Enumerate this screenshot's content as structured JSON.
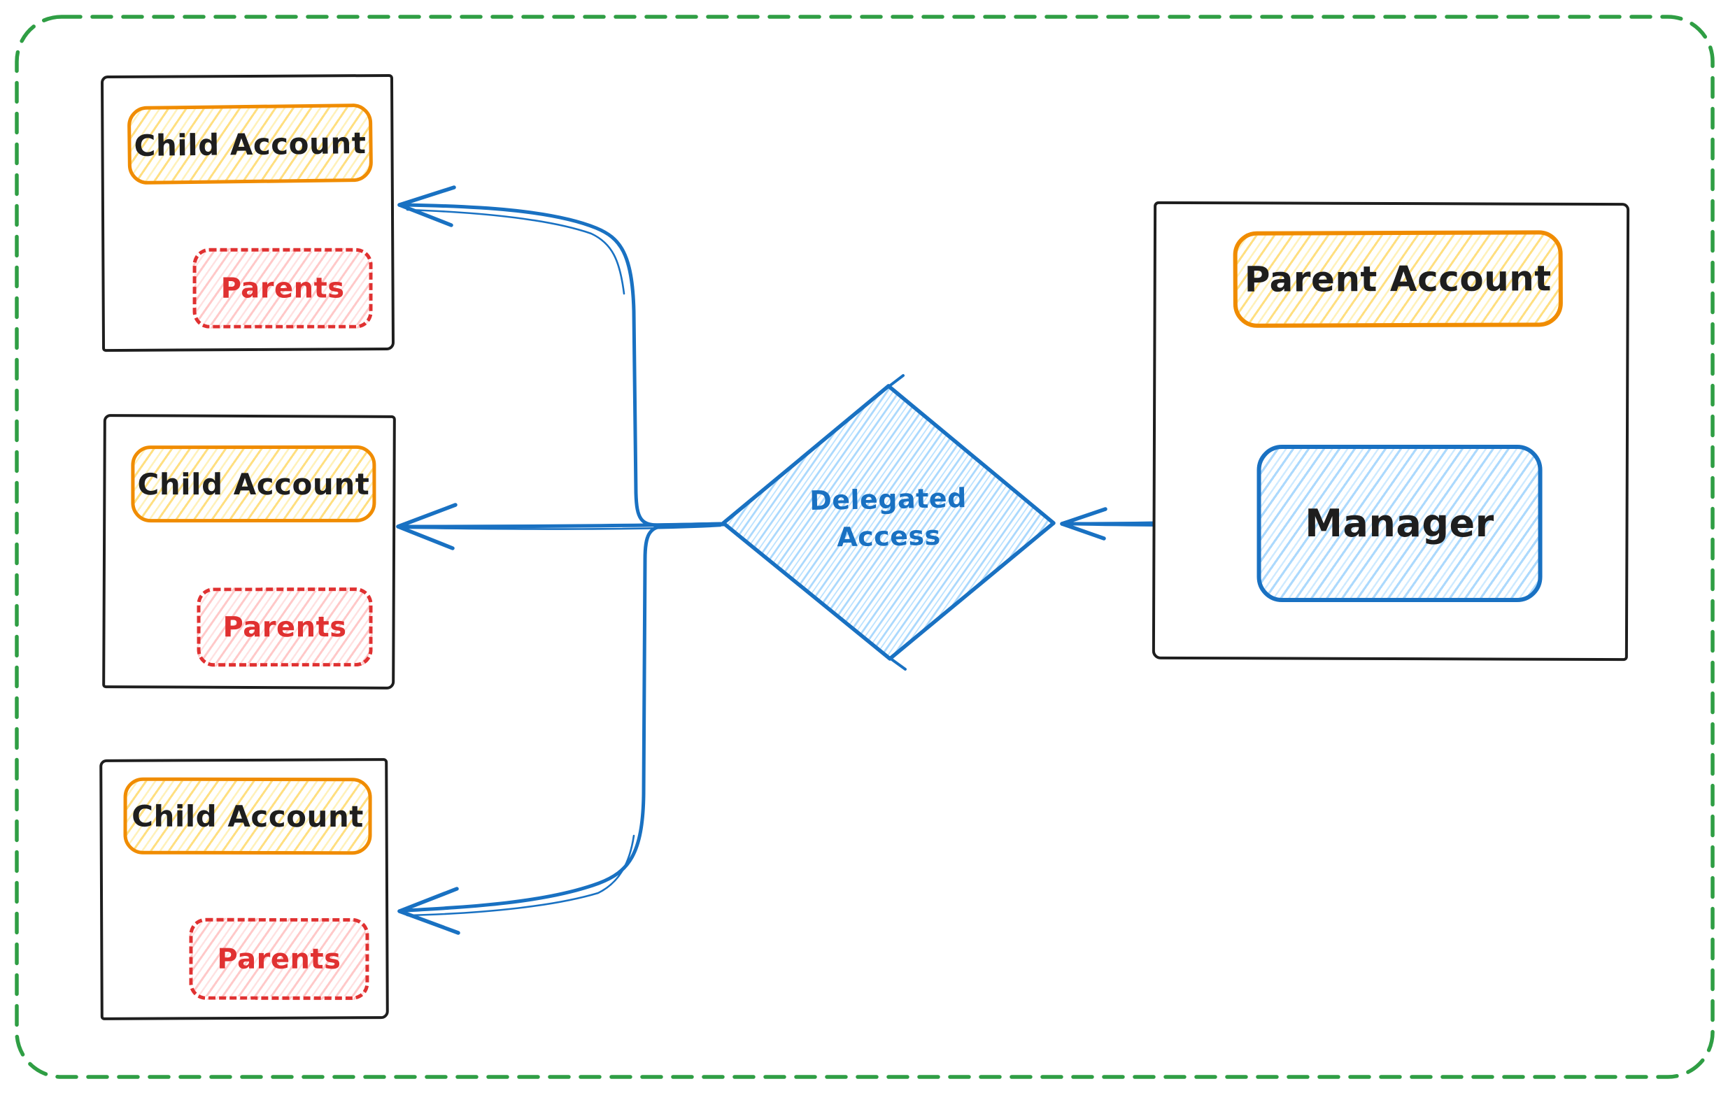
{
  "colors": {
    "green": "#2f9e44",
    "ink": "#1e1e1e",
    "orange": "#f08c00",
    "red": "#e03131",
    "blue": "#1971c2",
    "blue-light": "#74c0fc",
    "blue-lighter": "#a5d8ff",
    "yellow": "#ffd43b",
    "yellow-light": "#ffe699",
    "pink": "#ffb3b3",
    "background": "#ffffff"
  },
  "diagram": {
    "children": [
      {
        "account_label": "Child Account",
        "parents_label": "Parents"
      },
      {
        "account_label": "Child Account",
        "parents_label": "Parents"
      },
      {
        "account_label": "Child Account",
        "parents_label": "Parents"
      }
    ],
    "parent": {
      "account_label": "Parent Account",
      "manager_label": "Manager"
    },
    "diamond": {
      "label_line1": "Delegated",
      "label_line2": "Access"
    }
  }
}
